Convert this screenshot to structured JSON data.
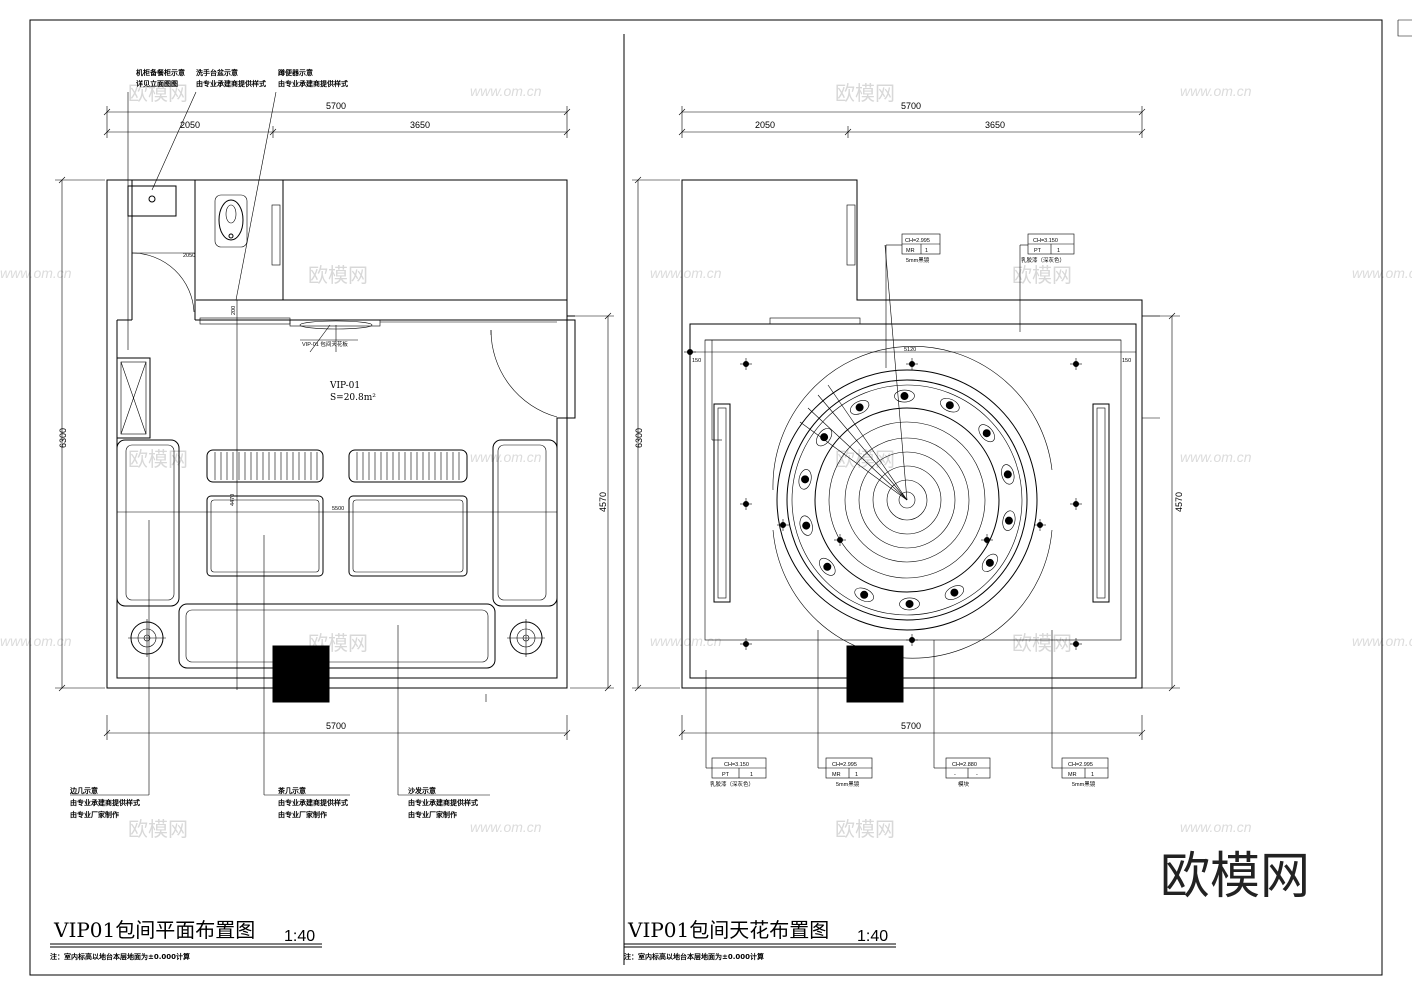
{
  "left": {
    "title": "VIP01包间平面布置图",
    "scale": "1:40",
    "sheet_note": "注：室内标高以地台本层地面为±0.000计算",
    "dims": {
      "overall_top": "5700",
      "seg_left": "2050",
      "seg_right": "3650",
      "overall_bottom": "5700",
      "height_left": "6300",
      "height_right": "4570",
      "inner_2050": "2050",
      "inner_200": "200",
      "inner_4470": "4470",
      "inner_5500": "5500"
    },
    "room_label": "VIP-01",
    "room_area": "S=20.8m²",
    "vertical_note": "VIP-01 包间天花板",
    "callouts_top": [
      {
        "l1": "机柜备餐柜示意",
        "l2": "详见立面图图"
      },
      {
        "l1": "洗手台盆示意",
        "l2": "由专业承建商提供样式"
      },
      {
        "l1": "蹲便器示意",
        "l2": "由专业承建商提供样式"
      }
    ],
    "callouts_bottom": [
      {
        "l1": "边几示意",
        "l2": "由专业承建商提供样式",
        "l3": "由专业厂家制作"
      },
      {
        "l1": "茶几示意",
        "l2": "由专业承建商提供样式",
        "l3": "由专业厂家制作"
      },
      {
        "l1": "沙发示意",
        "l2": "由专业承建商提供样式",
        "l3": "由专业厂家制作"
      }
    ]
  },
  "right": {
    "title": "VIP01包间天花布置图",
    "scale": "1:40",
    "sheet_note": "注：室内标高以地台本层地面为±0.000计算",
    "dims": {
      "overall_top": "5700",
      "seg_left": "2050",
      "seg_right": "3650",
      "overall_bottom": "5700",
      "height_left": "6300",
      "height_right": "4570",
      "inner_5120": "5120",
      "inner_150a": "150",
      "inner_150b": "150"
    },
    "tags_top": [
      {
        "ch": "CH=2.995",
        "a": "MR",
        "b": "1",
        "label": "5mm黑镜"
      },
      {
        "ch": "CH=3.150",
        "a": "PT",
        "b": "1",
        "label": "乳胶漆（深灰色）"
      }
    ],
    "tags_bottom": [
      {
        "ch": "CH=3.150",
        "a": "PT",
        "b": "1",
        "label": "乳胶漆（深灰色）"
      },
      {
        "ch": "CH=2.995",
        "a": "MR",
        "b": "1",
        "label": "5mm黑镜"
      },
      {
        "ch": "CH=2.880",
        "a": "-",
        "b": "-",
        "label": "模块"
      },
      {
        "ch": "CH=2.995",
        "a": "MR",
        "b": "1",
        "label": "5mm黑镜"
      }
    ]
  },
  "watermarks": {
    "cn": "欧模网",
    "url": "www.om.cn",
    "brand": "欧模网"
  }
}
